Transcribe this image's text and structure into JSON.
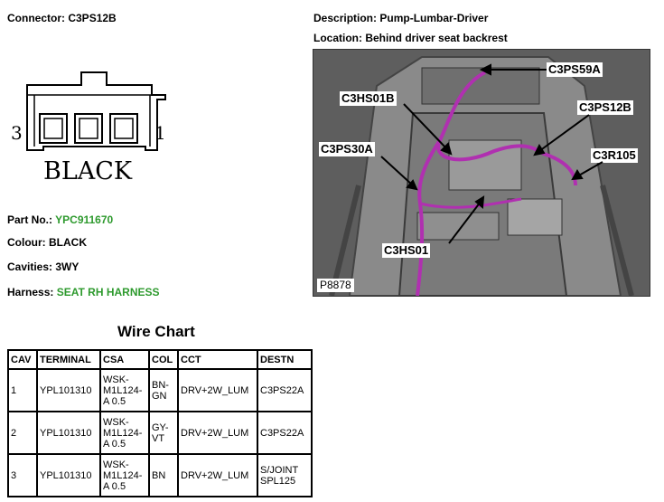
{
  "connector": {
    "label": "Connector:",
    "value": "C3PS12B"
  },
  "diagram": {
    "pin_left": "3",
    "pin_right": "1",
    "color_text": "BLACK"
  },
  "description": {
    "label": "Description:",
    "value": "Pump-Lumbar-Driver"
  },
  "location": {
    "label": "Location:",
    "value": "Behind driver seat backrest"
  },
  "photo": {
    "code": "P8878",
    "callouts": {
      "c3ps59a": "C3PS59A",
      "c3hs01b": "C3HS01B",
      "c3ps12b": "C3PS12B",
      "c3ps30a": "C3PS30A",
      "c3r105": "C3R105",
      "c3hs01": "C3HS01"
    }
  },
  "part_no": {
    "label": "Part No.:",
    "value": "YPC911670"
  },
  "colour": {
    "label": "Colour:",
    "value": "BLACK"
  },
  "cavities": {
    "label": "Cavities:",
    "value": "3WY"
  },
  "harness": {
    "label": "Harness:",
    "value": "SEAT RH HARNESS"
  },
  "wire_chart": {
    "title": "Wire Chart",
    "headers": [
      "CAV",
      "TERMINAL",
      "CSA",
      "COL",
      "CCT",
      "DESTN"
    ],
    "rows": [
      {
        "cav": "1",
        "terminal": "YPL101310",
        "csa": "WSK-\nM1L124-\nA 0.5",
        "col": "BN-\nGN",
        "cct": "DRV+2W_LUM",
        "destn": "C3PS22A"
      },
      {
        "cav": "2",
        "terminal": "YPL101310",
        "csa": "WSK-\nM1L124-\nA 0.5",
        "col": "GY-\nVT",
        "cct": "DRV+2W_LUM",
        "destn": "C3PS22A"
      },
      {
        "cav": "3",
        "terminal": "YPL101310",
        "csa": "WSK-\nM1L124-\nA 0.5",
        "col": "BN",
        "cct": "DRV+2W_LUM",
        "destn": "S/JOINT\nSPL125"
      }
    ]
  }
}
